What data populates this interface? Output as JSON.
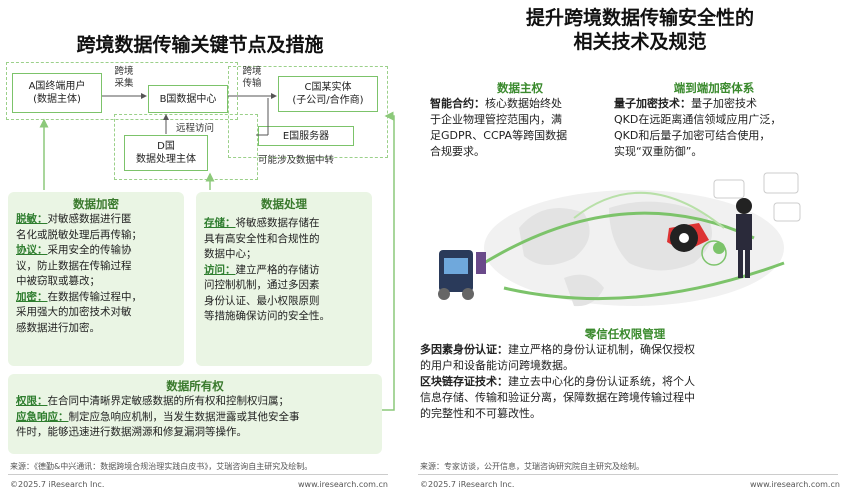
{
  "left": {
    "title": "跨境数据传输关键节点及措施",
    "nodes": {
      "a_line1": "A国终端用户",
      "a_line2": "(数据主体)",
      "b": "B国数据中心",
      "c_line1": "C国某实体",
      "c_line2": "(子公司/合作商)",
      "d_line1": "D国",
      "d_line2": "数据处理主体",
      "e": "E国服务器"
    },
    "edges": {
      "cross_collect_1": "跨境",
      "cross_collect_2": "采集",
      "cross_transfer_1": "跨境",
      "cross_transfer_2": "传输",
      "remote_access": "远程访问",
      "relay": "可能涉及数据中转"
    },
    "encryption": {
      "title": "数据加密",
      "items": [
        {
          "key": "脱敏：",
          "text1": "对敏感数据进行匿",
          "text2": "名化或脱敏处理后再传输；"
        },
        {
          "key": "协议：",
          "text1": "采用安全的传输协",
          "text2": "议，防止数据在传输过程",
          "text3": "中被窃取或篡改；"
        },
        {
          "key": "加密：",
          "text1": "在数据传输过程中，",
          "text2": "采用强大的加密技术对敏",
          "text3": "感数据进行加密。"
        }
      ]
    },
    "processing": {
      "title": "数据处理",
      "items": [
        {
          "key": "存储：",
          "text1": "将敏感数据存储在",
          "text2": "具有高安全性和合规性的",
          "text3": "数据中心；"
        },
        {
          "key": "访问：",
          "text1": "建立严格的存储访",
          "text2": "问控制机制，通过多因素",
          "text3": "身份认证、最小权限原则",
          "text4": "等措施确保访问的安全性。"
        }
      ]
    },
    "ownership": {
      "title": "数据所有权",
      "items": [
        {
          "key": "权限：",
          "text1": "在合同中清晰界定敏感数据的所有权和控制权归属；"
        },
        {
          "key": "应急响应：",
          "text1": "制定应急响应机制，当发生数据泄露或其他安全事",
          "text2": "件时，能够迅速进行数据溯源和修复漏洞等操作。"
        }
      ]
    },
    "source": "来源：《德勤&中兴通讯：数据跨境合规治理实践白皮书》，艾瑞咨询自主研究及绘制。",
    "copyright": "©2025.7 iResearch Inc.",
    "url": "www.iresearch.com.cn"
  },
  "right": {
    "title_line1": "提升跨境数据传输安全性的",
    "title_line2": "相关技术及规范",
    "sovereignty": {
      "title": "数据主权",
      "key": "智能合约：",
      "l1": "核心数据始终处",
      "l2": "于企业物理管控范围内，满",
      "l3": "足GDPR、CCPA等跨国数据",
      "l4": "合规要求。"
    },
    "e2e": {
      "title": "端到端加密体系",
      "key": "量子加密技术：",
      "l1": "量子加密技术",
      "l2": "QKD在远距离通信领域应用广泛，",
      "l3": "QKD和后量子加密可结合使用，",
      "l4": "实现“双重防御”。"
    },
    "zero_trust": {
      "title": "零信任权限管理",
      "key1": "多因素身份认证：",
      "a1": "建立严格的身份认证机制，确保仅授权",
      "a2": "的用户和设备能访问跨境数据。",
      "key2": "区块链存证技术：",
      "b1": "建立去中心化的身份认证系统，将个人",
      "b2": "信息存储、传输和验证分离，保障数据在跨境传输过程中",
      "b3": "的完整性和不可篡改性。"
    },
    "source": "来源：专家访谈，公开信息，艾瑞咨询研究院自主研究及绘制。",
    "copyright": "©2025.7 iResearch Inc.",
    "url": "www.iresearch.com.cn"
  },
  "colors": {
    "accent": "#3a8a2d",
    "panel": "#eaf5e4",
    "node_border": "#7cc36a"
  }
}
